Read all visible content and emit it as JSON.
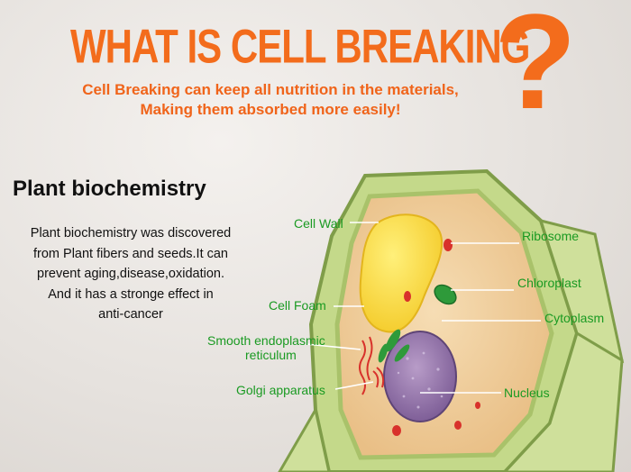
{
  "header": {
    "title": "WHAT IS CELL BREAKING",
    "question_mark": "?",
    "subtitle_line1": "Cell Breaking can keep all nutrition in the materials,",
    "subtitle_line2": "Making them absorbed more easily!"
  },
  "left_panel": {
    "title": "Plant biochemistry",
    "paragraph_lines": [
      "Plant biochemistry was discovered",
      "from Plant fibers and seeds.It can",
      "prevent aging,disease,oxidation.",
      "And it has a stronge effect in",
      "anti-cancer"
    ]
  },
  "diagram": {
    "labels": {
      "cell_wall": "Cell Wall",
      "ribosome": "Ribosome",
      "chloroplast": "Chloroplast",
      "cytoplasm": "Cytoplasm",
      "cell_foam": "Cell Foam",
      "smooth_er_line1": "Smooth endoplasmic",
      "smooth_er_line2": "reticulum",
      "golgi": "Golgi apparatus",
      "nucleus": "Nucleus"
    },
    "colors": {
      "accent_orange": "#f36c1c",
      "label_green": "#1a9a22",
      "pointer_line": "#ffffff"
    }
  }
}
